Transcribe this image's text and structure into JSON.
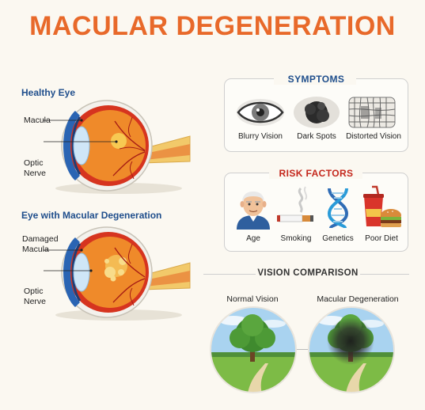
{
  "title": "MACULAR DEGENERATION",
  "colors": {
    "accent": "#e8692a",
    "blue": "#1f4e8c",
    "red": "#c4271c"
  },
  "healthy_eye": {
    "heading": "Healthy Eye",
    "labels": [
      "Macula",
      "Optic",
      "Nerve"
    ]
  },
  "amd_eye": {
    "heading": "Eye with Macular Degeneration",
    "labels": [
      "Damaged",
      "Macula",
      "Optic",
      "Nerve"
    ]
  },
  "symptoms": {
    "heading": "SYMPTOMS",
    "items": [
      {
        "label": "Blurry Vision",
        "icon": "eye-icon"
      },
      {
        "label": "Dark Spots",
        "icon": "dark-spot-icon"
      },
      {
        "label": "Distorted Vision",
        "icon": "distorted-grid-icon"
      }
    ]
  },
  "risk_factors": {
    "heading": "RISK FACTORS",
    "items": [
      {
        "label": "Age",
        "icon": "elderly-man-icon"
      },
      {
        "label": "Smoking",
        "icon": "cigarette-icon"
      },
      {
        "label": "Genetics",
        "icon": "dna-icon"
      },
      {
        "label": "Poor Diet",
        "icon": "fast-food-icon"
      }
    ]
  },
  "vision_comparison": {
    "heading": "VISION COMPARISON",
    "normal_label": "Normal Vision",
    "amd_label": "Macular Degeneration"
  }
}
